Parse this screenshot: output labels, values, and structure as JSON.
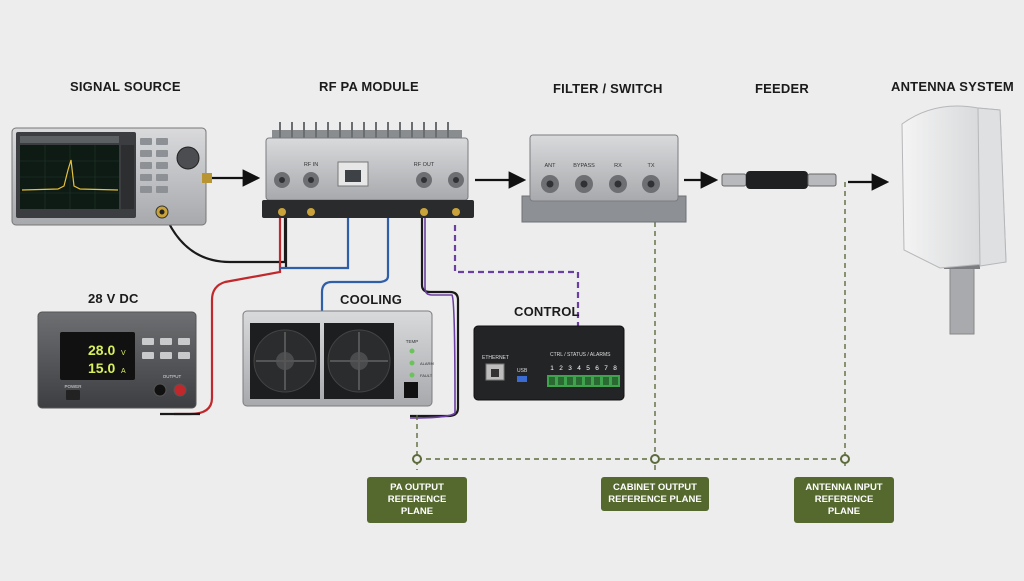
{
  "labels": {
    "signal_source": "SIGNAL SOURCE",
    "rf_pa_module": "RF PA MODULE",
    "filter_switch": "FILTER / SWITCH",
    "feeder": "FEEDER",
    "antenna_system": "ANTENNA SYSTEM",
    "dc_supply": "28 V DC",
    "cooling": "COOLING",
    "control": "CONTROL"
  },
  "reference_planes": [
    {
      "line1": "PA OUTPUT",
      "line2": "REFERENCE PLANE"
    },
    {
      "line1": "CABINET OUTPUT",
      "line2": "REFERENCE PLANE"
    },
    {
      "line1": "ANTENNA INPUT",
      "line2": "REFERENCE PLANE"
    }
  ],
  "power_supply": {
    "voltage": "28.0",
    "voltage_unit": "V",
    "current": "15.0",
    "current_unit": "A",
    "power_label": "POWER",
    "output_label": "OUTPUT"
  },
  "control_unit": {
    "ethernet": "ETHERNET",
    "usb": "USB",
    "io_header": "CTRL / STATUS / ALARMS",
    "pins": [
      "1",
      "2",
      "3",
      "4",
      "5",
      "6",
      "7",
      "8"
    ]
  },
  "filter_ports": [
    "ANT",
    "BYPASS",
    "RX",
    "TX"
  ],
  "pa_ports": [
    "RF IN",
    "RF OUT"
  ],
  "cooling_leds": [
    "TEMP",
    "ALARM",
    "FAULT"
  ],
  "colors": {
    "accent": "#55692f",
    "dc_positive": "#c0282b",
    "cooling_line": "#2f5fa8",
    "control_line": "#6a3fa0",
    "ref_dash": "#5c6b3a"
  }
}
